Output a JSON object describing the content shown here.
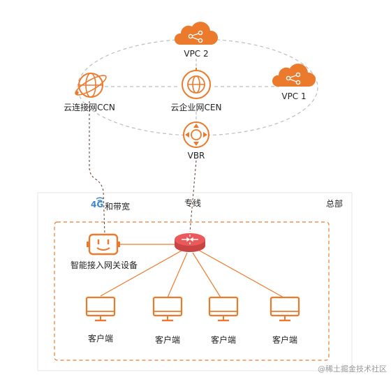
{
  "cloud": {
    "vpc2": "VPC 2",
    "vpc1": "VPC 1",
    "ccn": "云连接网CCN",
    "cen": "云企业网CEN",
    "vbr": "VBR"
  },
  "hq": {
    "title": "总部",
    "badge_4g": "4G",
    "broadband": "和带宽",
    "leased_line": "专线",
    "gateway": "智能接入网关设备",
    "clients": [
      "客户端",
      "客户端",
      "客户端",
      "客户端"
    ]
  },
  "watermark": "@稀土掘金技术社区",
  "colors": {
    "accent": "#ec7a2c",
    "dashed": "#bdbdbd",
    "router": "#ea5a5a",
    "badge": "#3d86c8"
  }
}
